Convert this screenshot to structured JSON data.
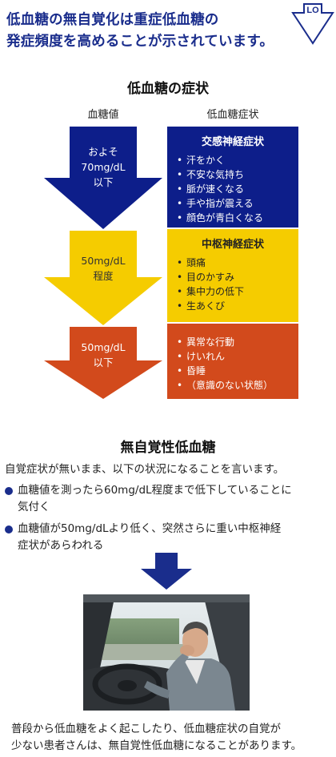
{
  "headline": {
    "line1": "低血糖の無自覚化は重症低血糖の",
    "line2": "発症頻度を高めることが示されています。",
    "logo_text": "LO"
  },
  "symptoms": {
    "title": "低血糖の症状",
    "col_glucose": "血糖値",
    "col_symptoms": "低血糖症状",
    "levels": [
      {
        "lines": [
          "およそ",
          "70mg/dL",
          "以下"
        ],
        "color": "#0d1e8a",
        "text_color": "#ffffff"
      },
      {
        "lines": [
          "50mg/dL",
          "程度"
        ],
        "color": "#f5cc00",
        "text_color": "#333333"
      },
      {
        "lines": [
          "50mg/dL",
          "以下"
        ],
        "color": "#d24a1c",
        "text_color": "#ffffff"
      }
    ],
    "boxes": [
      {
        "title": "交感神経症状",
        "items": [
          "汗をかく",
          "不安な気持ち",
          "脈が速くなる",
          "手や指が震える",
          "顔色が青白くなる"
        ],
        "color": "#0d1e8a",
        "text_color": "#ffffff"
      },
      {
        "title": "中枢神経症状",
        "items": [
          "頭痛",
          "目のかすみ",
          "集中力の低下",
          "生あくび"
        ],
        "color": "#f5cc00",
        "text_color": "#222222"
      },
      {
        "title": "",
        "items": [
          "異常な行動",
          "けいれん",
          "昏睡",
          "（意識のない状態）"
        ],
        "color": "#d24a1c",
        "text_color": "#ffffff"
      }
    ]
  },
  "unaware": {
    "title": "無自覚性低血糖",
    "intro": "自覚症状が無いまま、以下の状況になることを言います。",
    "bullets": [
      {
        "line1": "血糖値を測ったら60mg/dL程度まで低下していることに",
        "line2": "気付く"
      },
      {
        "line1": "血糖値が50mg/dLより低く、突然さらに重い中枢神経",
        "line2": "症状があらわれる"
      }
    ],
    "arrow_color": "#1a2d8c"
  },
  "footer": {
    "line1": "普段から低血糖をよく起こしたり、低血糖症状の自覚が",
    "line2": "少ない患者さんは、無自覚性低血糖になることがあります。"
  }
}
